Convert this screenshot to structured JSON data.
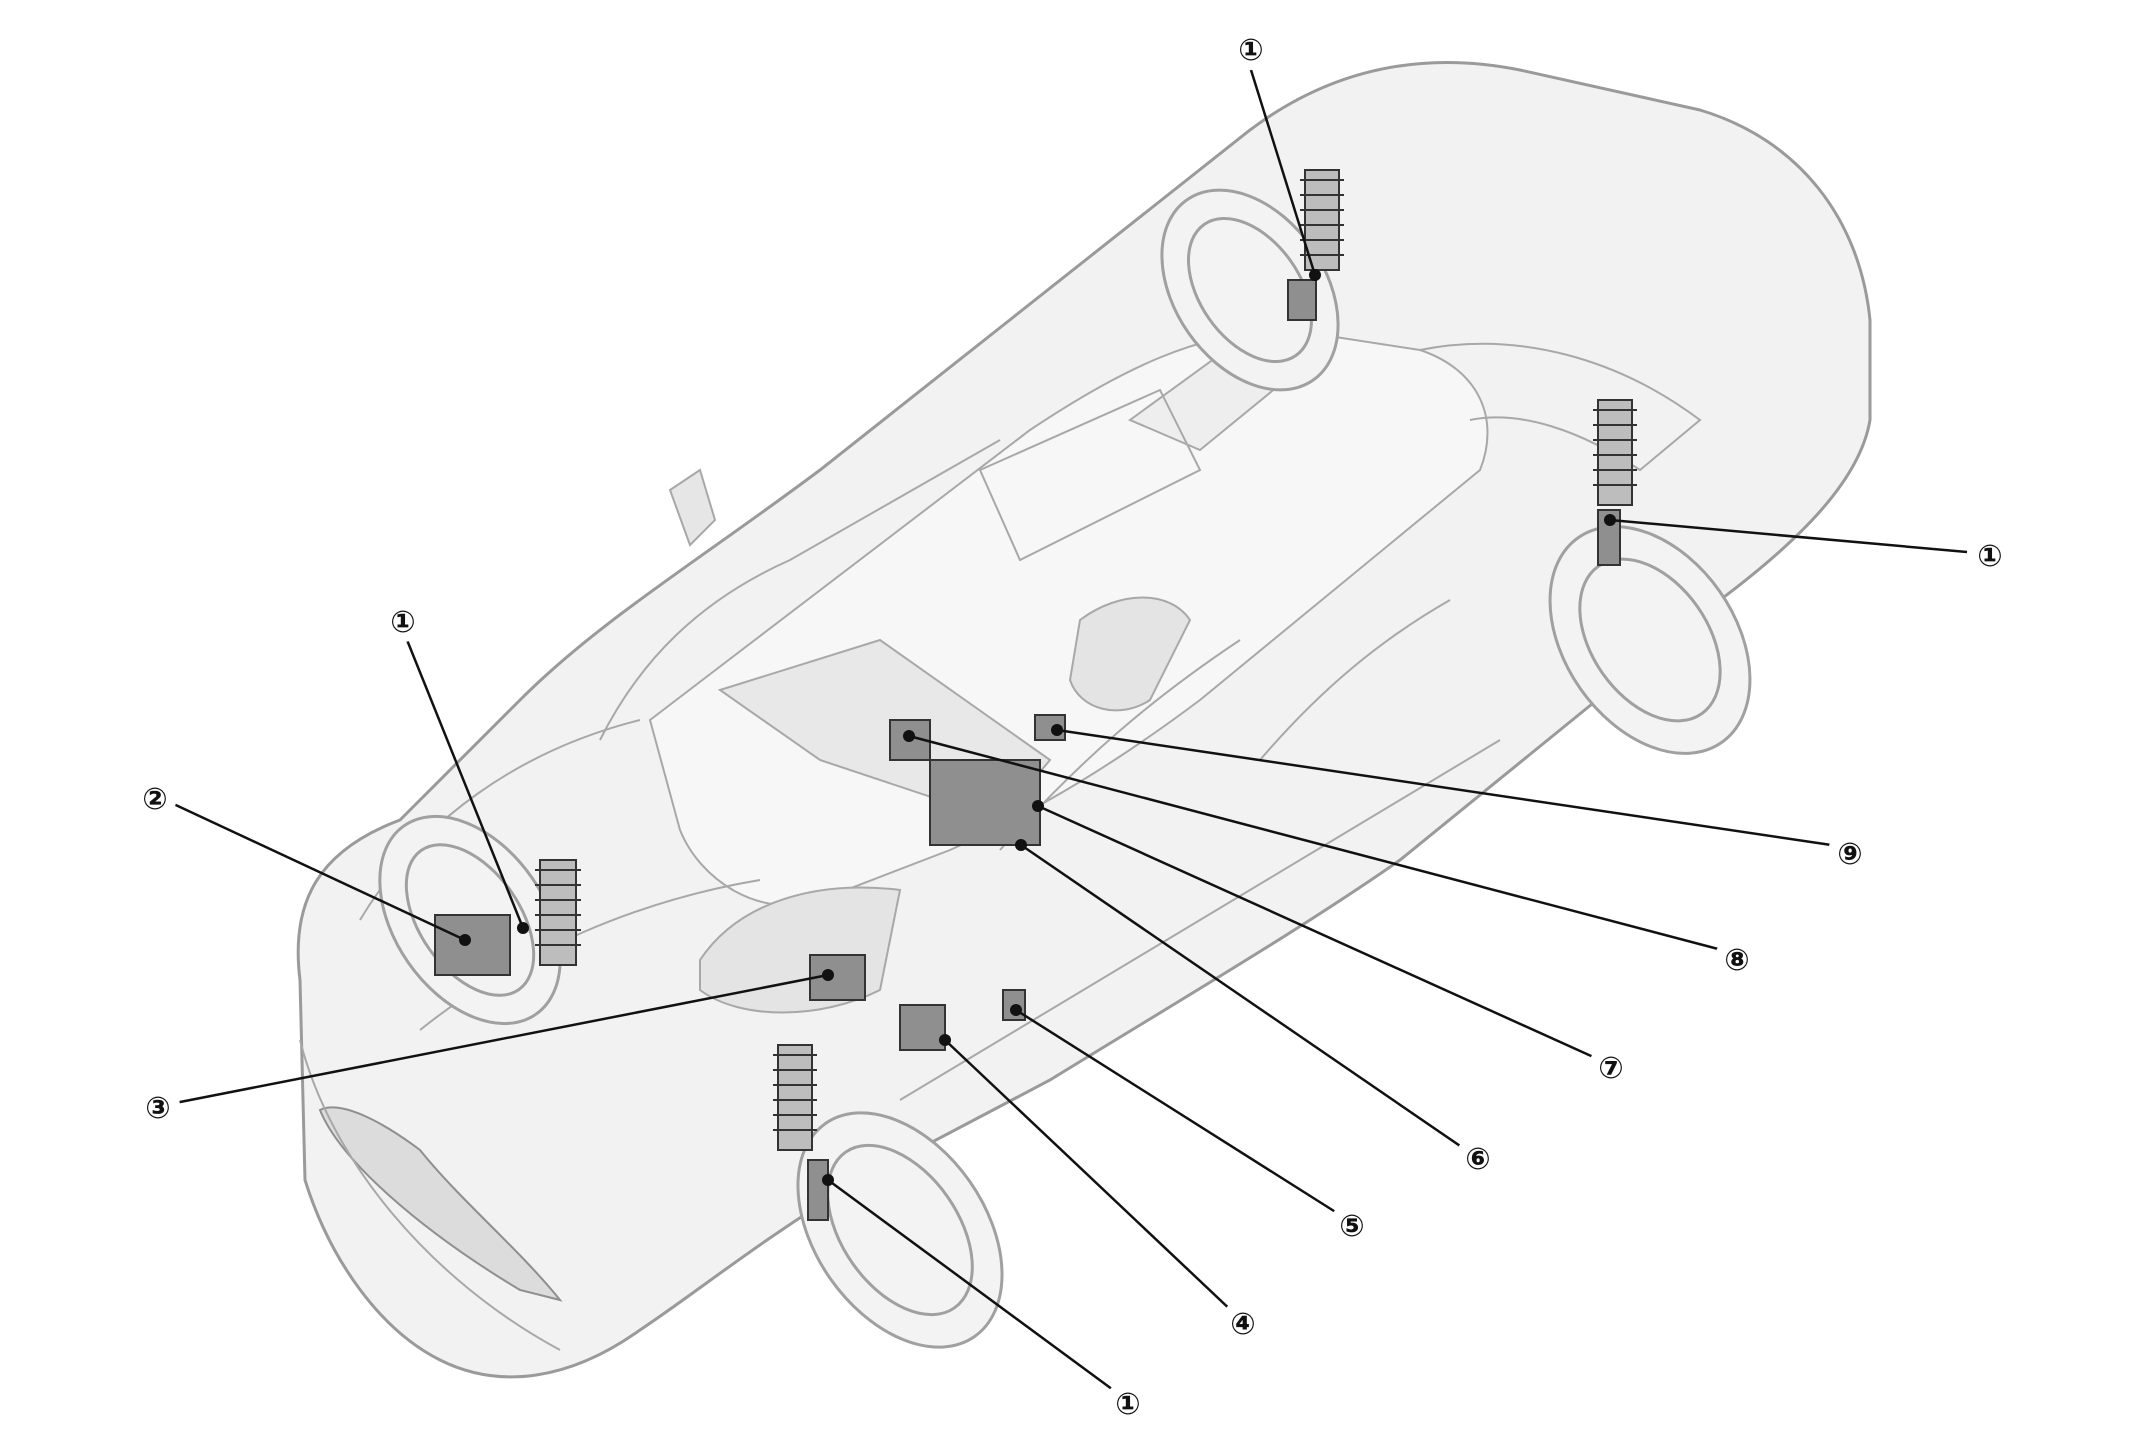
{
  "callouts": [
    {
      "id": "c1a",
      "label": "①"
    },
    {
      "id": "c1b",
      "label": "①"
    },
    {
      "id": "c2",
      "label": "②"
    },
    {
      "id": "c3",
      "label": "③"
    },
    {
      "id": "c4",
      "label": "④"
    },
    {
      "id": "c5",
      "label": "⑤"
    },
    {
      "id": "c6",
      "label": "⑥"
    },
    {
      "id": "c7",
      "label": "⑦"
    },
    {
      "id": "c8",
      "label": "⑧"
    },
    {
      "id": "c9",
      "label": "⑨"
    },
    {
      "id": "c1c",
      "label": "①"
    },
    {
      "id": "c1d",
      "label": "①"
    }
  ],
  "colors": {
    "outline": "#9a9a9a",
    "body_fill": "#f0f0f0",
    "part_fill": "#8f8f8f",
    "leader": "#111111"
  }
}
